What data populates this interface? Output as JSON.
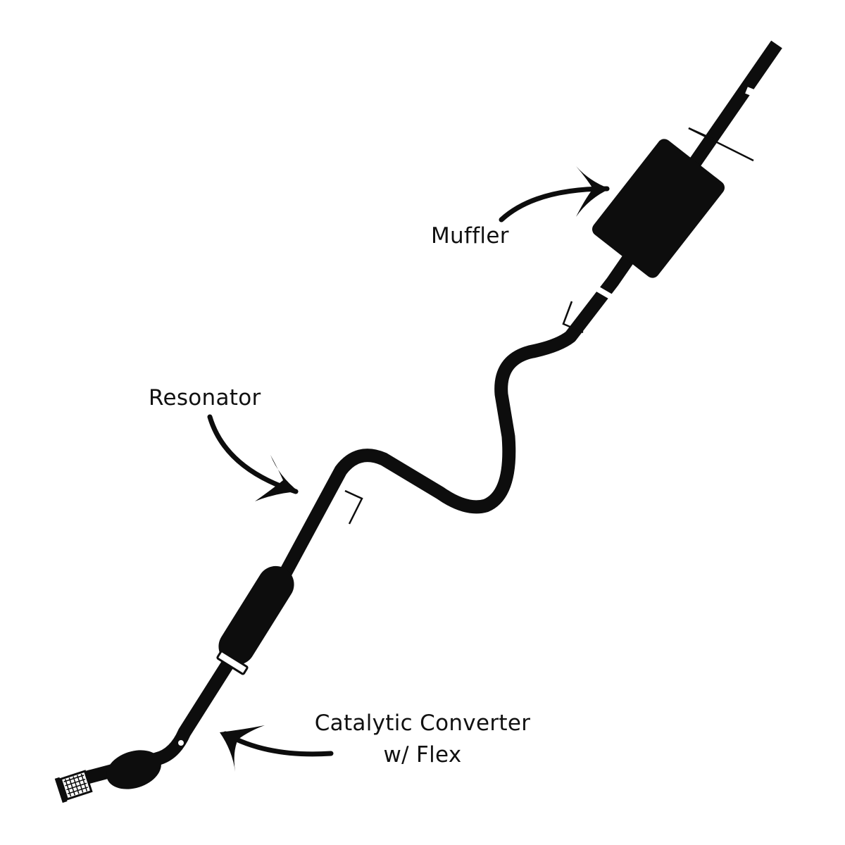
{
  "diagram": {
    "subject": "Exhaust system",
    "labels": {
      "muffler": "Muffler",
      "resonator": "Resonator",
      "catalytic_line1": "Catalytic Converter",
      "catalytic_line2": "w/ Flex"
    },
    "colors": {
      "pipe": "#0d0d0d",
      "background": "#ffffff",
      "text": "#111111"
    }
  }
}
